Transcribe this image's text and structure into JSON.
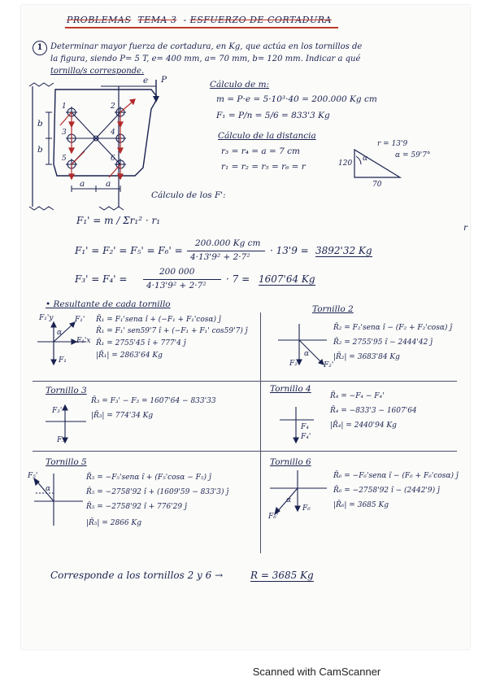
{
  "title": {
    "prefix": "PROBLEMAS",
    "tema": "TEMA 3",
    "subject": "ESFUERZO DE CORTADURA"
  },
  "problem": {
    "number": "1",
    "statement_line1": "Determinar mayor fuerza de cortadura, en Kg, que actúa en los tornillos de",
    "statement_line2": "la figura, siendo P= 5 T, e= 400 mm, a= 70 mm, b= 120 mm. Indicar a qué",
    "statement_line3": "tornillo/s corresponde."
  },
  "figure": {
    "label_e": "e",
    "label_P": "P",
    "label_b1": "b",
    "label_b2": "b",
    "label_a1": "a",
    "label_a2": "a",
    "bolt_labels": [
      "1",
      "2",
      "3",
      "4",
      "5",
      "6"
    ]
  },
  "calc_m": {
    "heading": "Cálculo de m:",
    "line1": "m = P·e = 5·10³·40 = 200.000 Kg cm",
    "line2": "F₁ = P/n = 5/6 = 833'3 Kg"
  },
  "calc_dist": {
    "heading": "Cálculo de la distancia",
    "line1": "r₃ = r₄ = a = 7 cm",
    "line2": "r₁ = r₂ = r₅ = r₆ = r"
  },
  "triangle": {
    "label_r": "r = 13'9",
    "label_alpha": "α = 59'7°",
    "label_side": "120",
    "label_base": "70",
    "label_angle": "α"
  },
  "calc_F": {
    "heading": "Cálculo de los F':",
    "eq1": "F₁' = m / Σr₁² · r₁",
    "eq2_lhs": "F₁' = F₂' = F₅' = F₆' =",
    "eq2_num": "200.000 Kg cm",
    "eq2_den": "4·13'9² + 2·7²",
    "eq2_rhs": "· 13'9 =",
    "eq2_result": "3892'32 Kg",
    "eq3_lhs": "F₃' = F₄' =",
    "eq3_num": "200 000",
    "eq3_den": "4·13'9² + 2·7²",
    "eq3_rhs": "· 7 =",
    "eq3_result": "1607'64 Kg"
  },
  "resultante": {
    "heading": "• Resultante de cada tornillo"
  },
  "t1": {
    "label_F1y": "F₁'y",
    "label_F1p": "F₁'",
    "label_F1x": "F₁'x",
    "label_F1": "F₁",
    "label_alpha": "α",
    "line1": "R̄₁ = F₁'senα î + (−F₁ + F₁'cosα) ĵ",
    "line2": "R̄₁ = F₁' sen59'7 î + (−F₁ + F₁' cos59'7) ĵ",
    "line3": "R̄₁ = 2755'45 î + 777'4 ĵ",
    "line4": "|R̄₁| = 2863'64 Kg"
  },
  "t2": {
    "heading": "Tornillo 2",
    "line1": "R̄₂ = F₂'senα î − (F₂ + F₂'cosα) ĵ",
    "line2": "R̄₂ = 2755'95 î − 2444'42 ĵ",
    "line3": "|R̄₂| = 3683'84 Kg",
    "label_F2": "F₂",
    "label_F2p": "F₂'",
    "label_alpha": "α"
  },
  "t3": {
    "heading": "Tornillo 3",
    "line1": "R̄₃ = F₃' − F₃ = 1607'64 − 833'33",
    "line2": "|R̄₃| = 774'34 Kg",
    "label_F3p": "F₃'",
    "label_F3": "F₃"
  },
  "t4": {
    "heading": "Tornillo 4",
    "line1": "R̄₄ = −F₄ − F₄'",
    "line2": "R̄₄ = −833'3 − 1607'64",
    "line3": "|R̄₄| = 2440'94 Kg",
    "label_F4": "F₄",
    "label_F4p": "F₄'"
  },
  "t5": {
    "heading": "Tornillo 5",
    "line1": "R̄₅ = −F₅'senα î + (F₅'cosα − F₅) ĵ",
    "line2": "R̄₅ = −2758'92 î + (1609'59 − 833'3) ĵ",
    "line3": "R̄₅ = −2758'92 î + 776'29 ĵ",
    "line4": "|R̄₅| = 2866 Kg",
    "label_F5p": "F₅'",
    "label_alpha": "α"
  },
  "t6": {
    "heading": "Tornillo 6",
    "line1": "R̄₆ = −F₆'senα î − (F₆ + F₆'cosα) ĵ",
    "line2": "R̄₆ = −2758'92 î − (2442'9) ĵ",
    "line3": "|R̄₆| = 3685 Kg",
    "label_F6": "F₆",
    "label_F6p": "F₆'",
    "label_alpha": "α"
  },
  "conclusion": {
    "text": "Corresponde a los tornillos 2 y 6 →",
    "result": "R = 3685 Kg"
  },
  "footer": {
    "watermark": "Scanned with CamScanner"
  }
}
